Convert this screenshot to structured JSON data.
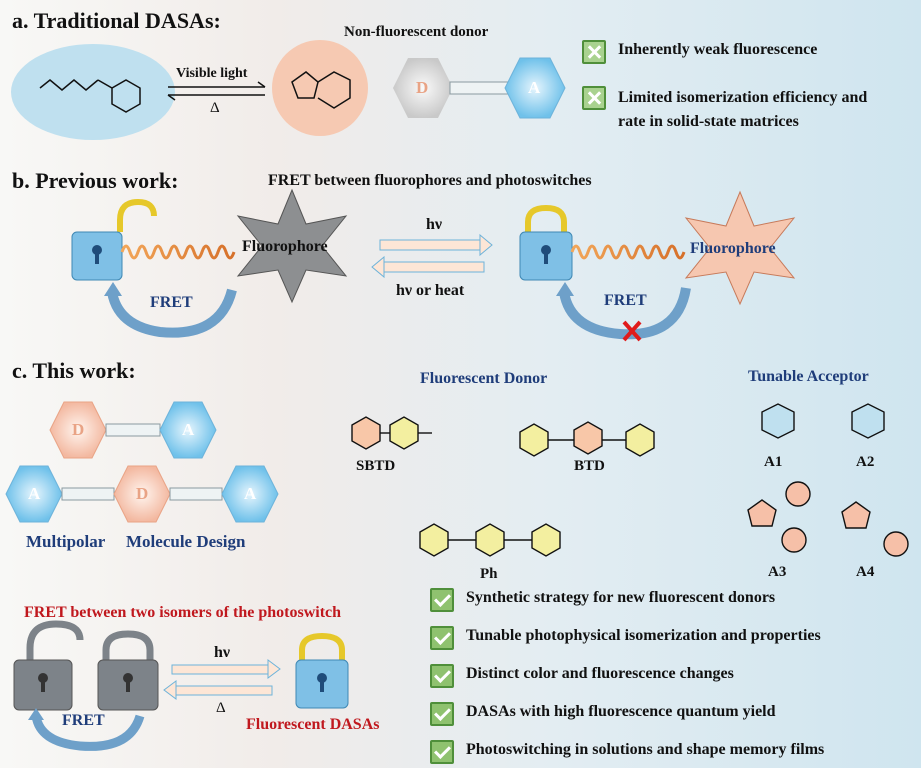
{
  "section_a": {
    "title": "a. Traditional DASAs:",
    "non_fluorescent_label": "Non-fluorescent donor",
    "visible_light": "Visible light",
    "delta": "Δ",
    "donor_letter": "D",
    "acceptor_letter": "A",
    "bullets": [
      "Inherently weak fluorescence",
      "Limited isomerization efficiency and",
      "rate in solid-state matrices"
    ]
  },
  "section_b": {
    "title": "b. Previous work:",
    "subtitle": "FRET between fluorophores and photoswitches",
    "fluorophore": "Fluorophore",
    "fret": "FRET",
    "hv": "hν",
    "hv_or_heat": "hν or heat"
  },
  "section_c": {
    "title": "c. This work:",
    "fluorescent_donor": "Fluorescent Donor",
    "tunable_acceptor": "Tunable Acceptor",
    "donors": [
      "SBTD",
      "BTD",
      "Ph"
    ],
    "acceptors": [
      "A1",
      "A2",
      "A3",
      "A4"
    ],
    "multipolar_label": "Multipolar",
    "molecule_design_label": "Molecule Design",
    "fret_isomers_title": "FRET between two isomers of the photoswitch",
    "fret": "FRET",
    "hv": "hν",
    "delta": "Δ",
    "fluorescent_dasas": "Fluorescent DASAs",
    "bullets": [
      "Synthetic strategy for new fluorescent donors",
      "Tunable photophysical isomerization and properties",
      "Distinct color and fluorescence changes",
      "DASAs with high fluorescence quantum yield",
      "Photoswitching in solutions and shape memory films"
    ]
  },
  "colors": {
    "navy": "#1f3d7a",
    "red": "#c0181e",
    "check_green": "#8fc26f",
    "lock_blue": "#7fc0e6",
    "lock_gray": "#7d8389"
  }
}
